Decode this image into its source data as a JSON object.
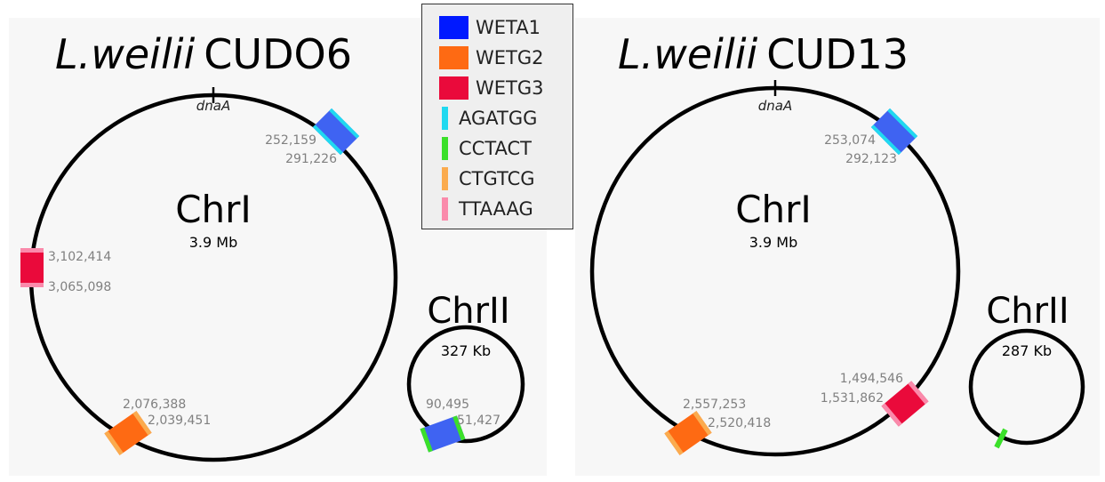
{
  "colors": {
    "WETA1": "#3f63f2",
    "WETG2": "#fe6a13",
    "WETG3": "#ea0a3b",
    "AGATGG": "#20d9f0",
    "CCTACT": "#3be02a",
    "CTGTCG": "#fbab4e",
    "TTAAAG": "#fa8aab",
    "circle": "#000000",
    "coord_text": "#808080"
  },
  "legend": {
    "items": [
      {
        "label": "WETA1",
        "kind": "box",
        "color_key": "WETA1",
        "icon": "element-box"
      },
      {
        "label": "WETG2",
        "kind": "box",
        "color_key": "WETG2",
        "icon": "element-box"
      },
      {
        "label": "WETG3",
        "kind": "box",
        "color_key": "WETG3",
        "icon": "element-box"
      },
      {
        "label": "AGATGG",
        "kind": "bar",
        "color_key": "AGATGG",
        "icon": "motif-bar"
      },
      {
        "label": "CCTACT",
        "kind": "bar",
        "color_key": "CCTACT",
        "icon": "motif-bar"
      },
      {
        "label": "CTGTCG",
        "kind": "bar",
        "color_key": "CTGTCG",
        "icon": "motif-bar"
      },
      {
        "label": "TTAAAG",
        "kind": "bar",
        "color_key": "TTAAAG",
        "icon": "motif-bar"
      }
    ]
  },
  "panels": [
    {
      "id": "left",
      "title_species": "L.weilii",
      "title_strain": "CUDO6",
      "chr1": {
        "name": "ChrI",
        "size": "3.9 Mb",
        "origin_label": "dnaA"
      },
      "chr2": {
        "name": "ChrII",
        "size": "327 Kb"
      },
      "coordinates": {
        "chr1_weta1_start": "252,159",
        "chr1_weta1_end": "291,226",
        "chr1_wetg3_start": "3,102,414",
        "chr1_wetg3_end": "3,065,098",
        "chr1_wetg2_start": "2,076,388",
        "chr1_wetg2_end": "2,039,451",
        "chr2_weta1_start": "90,495",
        "chr2_weta1_end": "51,427"
      }
    },
    {
      "id": "right",
      "title_species": "L.weilii",
      "title_strain": "CUD13",
      "chr1": {
        "name": "ChrI",
        "size": "3.9 Mb",
        "origin_label": "dnaA"
      },
      "chr2": {
        "name": "ChrII",
        "size": "287 Kb"
      },
      "coordinates": {
        "chr1_weta1_start": "253,074",
        "chr1_weta1_end": "292,123",
        "chr1_wetg3_start": "1,494,546",
        "chr1_wetg3_end": "1,531,862",
        "chr1_wetg2_start": "2,557,253",
        "chr1_wetg2_end": "2,520,418"
      }
    }
  ]
}
